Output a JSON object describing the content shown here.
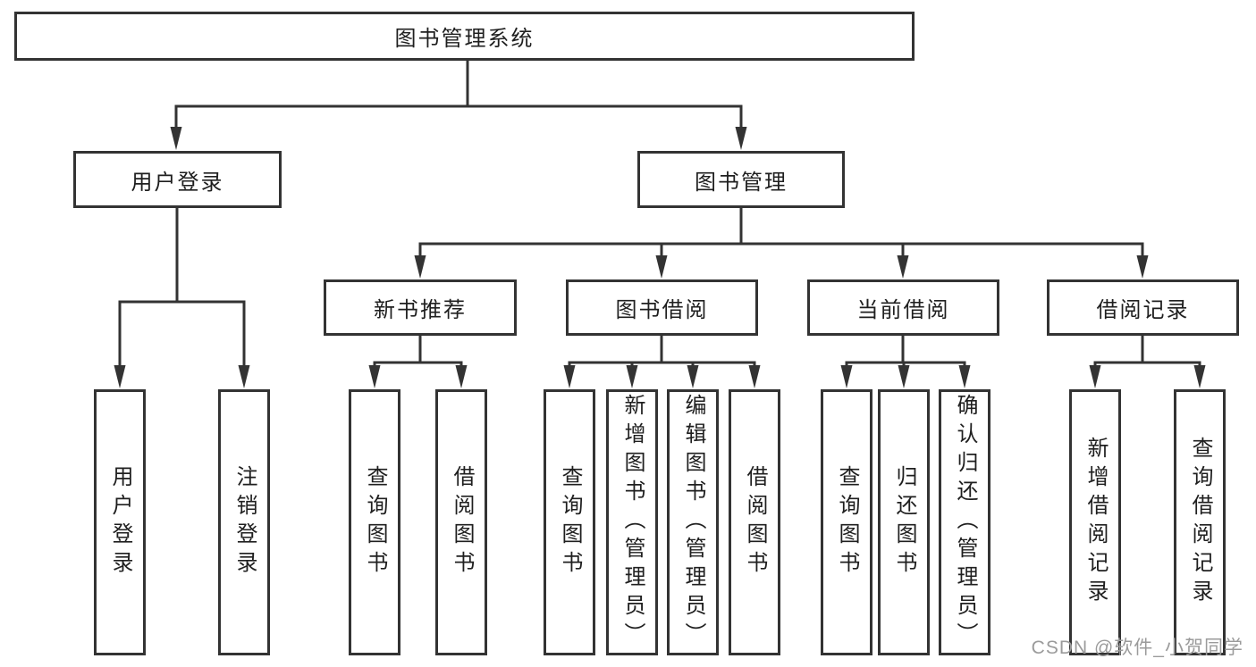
{
  "diagram": {
    "title": "图书管理系统",
    "tree": {
      "label": "图书管理系统",
      "children": [
        {
          "label": "用户登录",
          "children": [
            {
              "label": "用户登录"
            },
            {
              "label": "注销登录"
            }
          ]
        },
        {
          "label": "图书管理",
          "children": [
            {
              "label": "新书推荐",
              "children": [
                {
                  "label": "查询图书"
                },
                {
                  "label": "借阅图书"
                }
              ]
            },
            {
              "label": "图书借阅",
              "children": [
                {
                  "label": "查询图书"
                },
                {
                  "label": "新增图书（管理员）"
                },
                {
                  "label": "编辑图书（管理员）"
                },
                {
                  "label": "借阅图书"
                }
              ]
            },
            {
              "label": "当前借阅",
              "children": [
                {
                  "label": "查询图书"
                },
                {
                  "label": "归还图书"
                },
                {
                  "label": "确认归还（管理员）"
                }
              ]
            },
            {
              "label": "借阅记录",
              "children": [
                {
                  "label": "新增借阅记录"
                },
                {
                  "label": "查询借阅记录"
                }
              ]
            }
          ]
        }
      ]
    }
  },
  "watermark": "CSDN @软件_小贺同学",
  "colors": {
    "line": "#333333",
    "text": "#1f1f1f",
    "watermark": "#9b9b9b",
    "background": "#ffffff"
  }
}
